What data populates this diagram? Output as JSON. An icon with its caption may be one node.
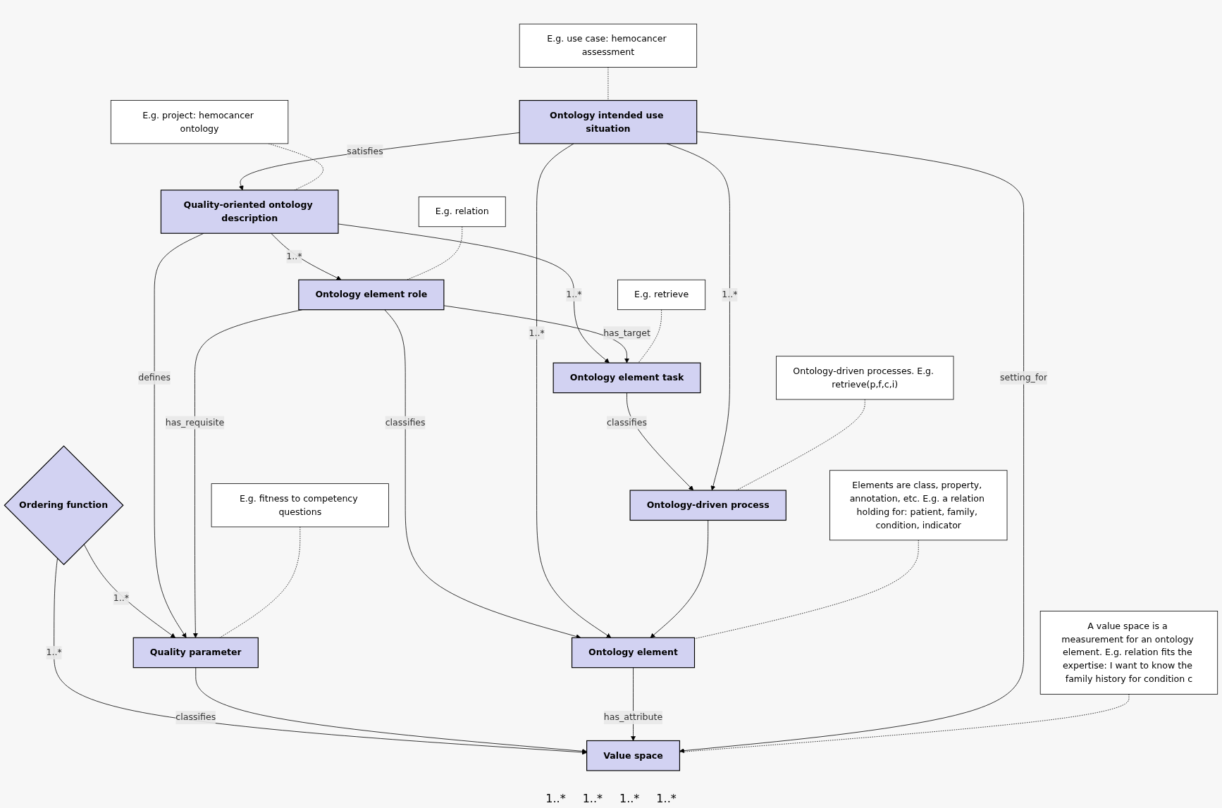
{
  "diagram": {
    "nodes": [
      {
        "text": [
          "E.g. fitness to competency questions"
        ]
      },
      {
        "text": [
          "E.g. relation"
        ]
      },
      {
        "text": [
          "E.g. retrieve"
        ]
      },
      {
        "text": [
          "E.g. project: hemocancer ontology"
        ]
      },
      {
        "text": [
          "Quality-oriented ontology description"
        ]
      },
      {
        "text": [
          "Ordering function"
        ]
      },
      {
        "text": [
          "Quality parameter"
        ]
      },
      {
        "text": [
          "Ontology element role"
        ]
      },
      {
        "text": [
          "Ontology element task"
        ]
      },
      {
        "text": [
          "Value space"
        ]
      },
      {
        "text": [
          "Ontology element"
        ]
      },
      {
        "text": [
          "Ontology-driven process"
        ]
      },
      {
        "text": [
          "A value space is a measurement for an ontology element. E.g. relation fits the expertise: I want to know the family history for condition c"
        ]
      },
      {
        "text": [
          "Ontology intended use situation"
        ]
      },
      {
        "text": [
          "E.g. use case: hemocancer assessment"
        ]
      },
      {
        "text": [
          "Elements are class, property, annotation, etc. E.g. a relation holding for: patient, family, condition, indicator"
        ]
      },
      {
        "text": [
          "Ontology-driven processes. E.g. retrieve(p,f,c,i)"
        ]
      }
    ],
    "edges": [
      {
        "from": 5,
        "to": 6,
        "arrow": "to",
        "label": "1..*"
      },
      {
        "from": 5,
        "to": 9,
        "arrow": "to",
        "label": "1..*"
      },
      {
        "from": 4,
        "to": 6,
        "arrow": "to",
        "label": "defines"
      },
      {
        "from": 4,
        "to": 7,
        "arrow": "to",
        "label": "1..*"
      },
      {
        "from": 4,
        "to": 8,
        "arrow": "to",
        "label": "1..*"
      },
      {
        "from": 6,
        "to": 9,
        "arrow": "to",
        "label": "classifies"
      },
      {
        "from": 7,
        "to": 6,
        "arrow": "to",
        "label": "has_requisite"
      },
      {
        "from": 7,
        "to": 10,
        "arrow": "to",
        "label": "classifies"
      },
      {
        "from": 7,
        "to": 8,
        "arrow": "to",
        "label": "has_target"
      },
      {
        "from": 8,
        "to": 11,
        "arrow": "to",
        "label": "classifies"
      },
      {
        "from": 10,
        "to": 9,
        "arrow": "to",
        "label": "has_attribute"
      },
      {
        "from": 13,
        "to": 4,
        "arrow": "to",
        "label": "satisfies"
      },
      {
        "from": 13,
        "to": 11,
        "arrow": "to",
        "label": "1..*"
      },
      {
        "from": 13,
        "to": 9,
        "arrow": "to",
        "label": "setting_for"
      },
      {
        "from": 13,
        "to": 10,
        "arrow": "to",
        "label": "1..*"
      },
      {
        "from": 11,
        "to": 10,
        "arrow": "to"
      },
      {
        "from": 0,
        "to": 6,
        "arrow": "none",
        "style": "dashed"
      },
      {
        "from": 1,
        "to": 7,
        "arrow": "none",
        "style": "dashed"
      },
      {
        "from": 2,
        "to": 8,
        "arrow": "none",
        "style": "dashed"
      },
      {
        "from": 3,
        "to": 4,
        "arrow": "none",
        "style": "dashed"
      },
      {
        "from": 12,
        "to": 9,
        "arrow": "none",
        "style": "dashed"
      },
      {
        "from": 15,
        "to": 10,
        "arrow": "none",
        "style": "dashed"
      },
      {
        "from": 16,
        "to": 11,
        "arrow": "none",
        "style": "dashed"
      },
      {
        "from": 14,
        "to": 13,
        "arrow": "none",
        "style": "dashed"
      }
    ],
    "labels": [
      "1..*",
      "1..*",
      "1..*",
      "1..*"
    ]
  }
}
